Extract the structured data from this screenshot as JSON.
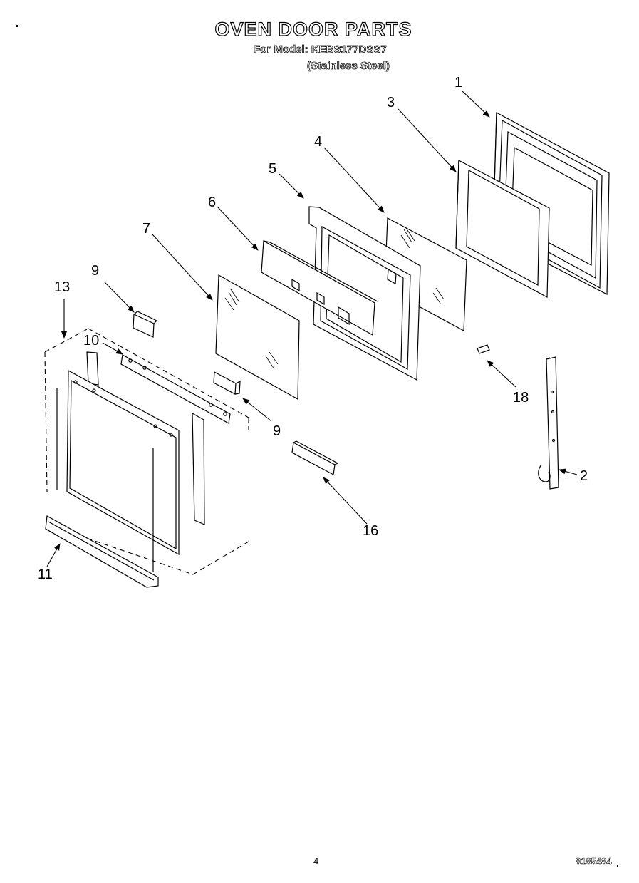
{
  "header": {
    "title": "OVEN DOOR PARTS",
    "model_line": "For Model: KEBS177DSS7",
    "finish_line": "(Stainless Steel)"
  },
  "callouts": {
    "c1": "1",
    "c2": "2",
    "c3": "3",
    "c4": "4",
    "c5": "5",
    "c6": "6",
    "c7": "7",
    "c9a": "9",
    "c9b": "9",
    "c10": "10",
    "c11": "11",
    "c13": "13",
    "c16": "16",
    "c18": "18"
  },
  "footer": {
    "page_number": "4",
    "doc_code": "8185484"
  }
}
